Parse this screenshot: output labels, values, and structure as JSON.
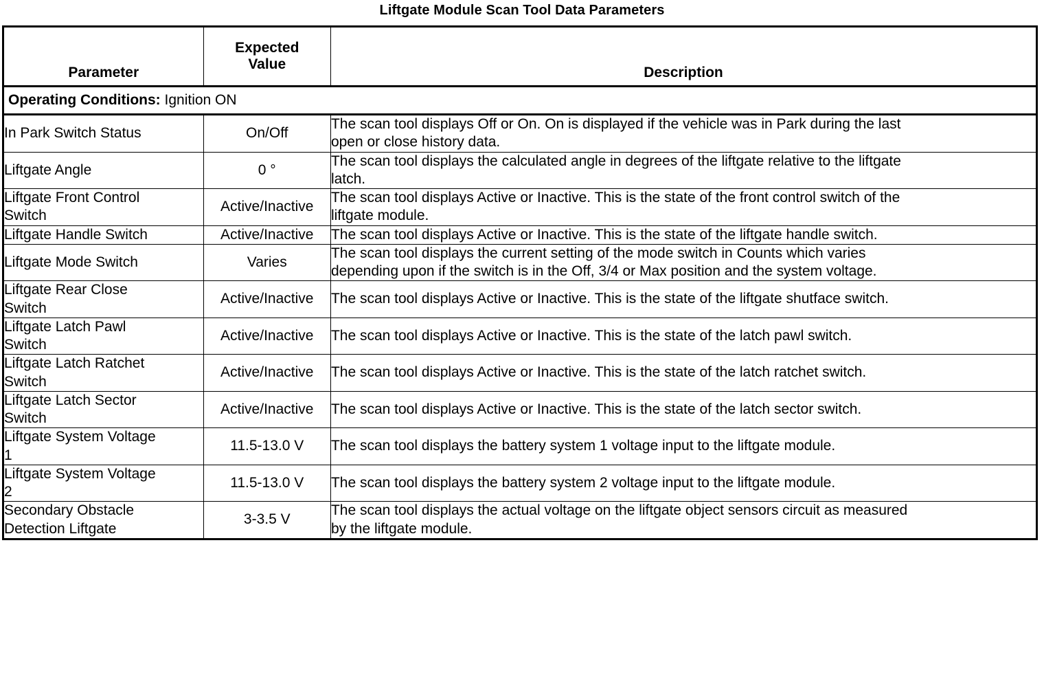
{
  "document": {
    "title": "Liftgate Module Scan Tool Data Parameters"
  },
  "table": {
    "headers": {
      "parameter": "Parameter",
      "expected_value_line1": "Expected",
      "expected_value_line2": "Value",
      "description": "Description"
    },
    "section": {
      "label": "Operating Conditions:",
      "value": "Ignition ON"
    },
    "rows": [
      {
        "parameter_lines": [
          "In Park Switch Status"
        ],
        "expected_value": "On/Off",
        "description_lines": [
          "The scan tool displays Off or On. On is displayed if the vehicle was in Park during the last",
          "open or close history data."
        ]
      },
      {
        "parameter_lines": [
          "Liftgate Angle"
        ],
        "expected_value": "0 °",
        "description_lines": [
          "The scan tool displays the calculated angle in degrees of the liftgate relative to the liftgate",
          "latch."
        ]
      },
      {
        "parameter_lines": [
          "Liftgate Front Control",
          "Switch"
        ],
        "expected_value": "Active/Inactive",
        "description_lines": [
          "The scan tool displays Active or Inactive. This is the state of the front control switch of the",
          "liftgate module."
        ]
      },
      {
        "parameter_lines": [
          "Liftgate Handle Switch"
        ],
        "expected_value": "Active/Inactive",
        "description_lines": [
          "The scan tool displays Active or Inactive. This is the state of the liftgate handle switch."
        ]
      },
      {
        "parameter_lines": [
          "Liftgate Mode Switch"
        ],
        "expected_value": "Varies",
        "description_lines": [
          "The scan tool displays the current setting of the mode switch in Counts which varies",
          "depending upon if the switch is in the Off, 3/4 or Max position and the system voltage."
        ]
      },
      {
        "parameter_lines": [
          "Liftgate Rear Close",
          "Switch"
        ],
        "expected_value": "Active/Inactive",
        "description_lines": [
          "The scan tool displays Active or Inactive. This is the state of the liftgate shutface switch."
        ]
      },
      {
        "parameter_lines": [
          "Liftgate Latch Pawl",
          "Switch"
        ],
        "expected_value": "Active/Inactive",
        "description_lines": [
          "The scan tool displays Active or Inactive. This is the state of the latch pawl switch."
        ]
      },
      {
        "parameter_lines": [
          "Liftgate Latch Ratchet",
          "Switch"
        ],
        "expected_value": "Active/Inactive",
        "description_lines": [
          "The scan tool displays Active or Inactive. This is the state of the latch ratchet switch."
        ]
      },
      {
        "parameter_lines": [
          "Liftgate Latch Sector",
          "Switch"
        ],
        "expected_value": "Active/Inactive",
        "description_lines": [
          "The scan tool displays Active or Inactive. This is the state of the latch sector switch."
        ]
      },
      {
        "parameter_lines": [
          "Liftgate System Voltage",
          "1"
        ],
        "expected_value": "11.5-13.0 V",
        "description_lines": [
          "The scan tool displays the battery system 1 voltage input to the liftgate module."
        ]
      },
      {
        "parameter_lines": [
          "Liftgate System Voltage",
          "2"
        ],
        "expected_value": "11.5-13.0 V",
        "description_lines": [
          "The scan tool displays the battery system 2 voltage input to the liftgate module."
        ]
      },
      {
        "parameter_lines": [
          "Secondary Obstacle",
          "Detection Liftgate"
        ],
        "expected_value": "3-3.5 V",
        "description_lines": [
          "The scan tool displays the actual voltage on the liftgate object sensors circuit as measured",
          "by the liftgate module."
        ]
      }
    ]
  }
}
